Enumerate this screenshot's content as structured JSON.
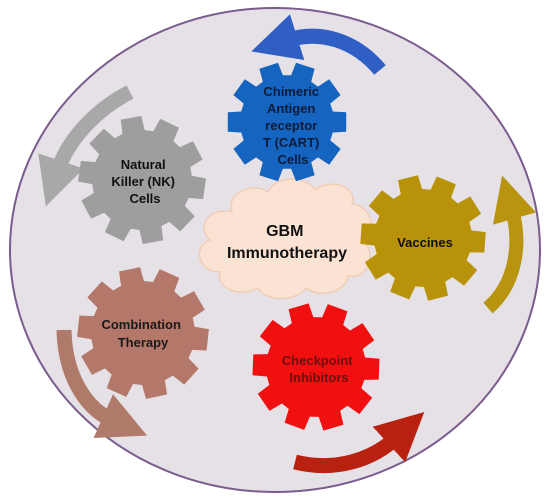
{
  "center": {
    "lines": [
      "GBM",
      "Immunotherapy"
    ]
  },
  "gears": [
    {
      "id": "cart",
      "lines": [
        "Chimeric",
        "Antigen",
        "receptor",
        "T (CART)",
        "Cells"
      ],
      "color": "#1565c0",
      "text_color": "#0d1b3a"
    },
    {
      "id": "nk",
      "lines": [
        "Natural",
        "Killer (NK)",
        "Cells"
      ],
      "color": "#9e9e9e",
      "text_color": "#111111"
    },
    {
      "id": "vaccines",
      "lines": [
        "Vaccines"
      ],
      "color": "#b8930a",
      "text_color": "#111111"
    },
    {
      "id": "combination",
      "lines": [
        "Combination",
        "Therapy"
      ],
      "color": "#b3786a",
      "text_color": "#1a1a1a"
    },
    {
      "id": "checkpoint",
      "lines": [
        "Checkpoint",
        "Inhibitors"
      ],
      "color": "#f01010",
      "text_color": "#6b1010"
    }
  ],
  "arrows": {
    "blue": "#2f5fc4",
    "gray": "#a8a8a8",
    "gold": "#b89410",
    "brown": "#b07a6a",
    "red": "#b82010"
  },
  "background": {
    "fill": "#e6e1e6",
    "stroke": "#7a5c8e"
  }
}
